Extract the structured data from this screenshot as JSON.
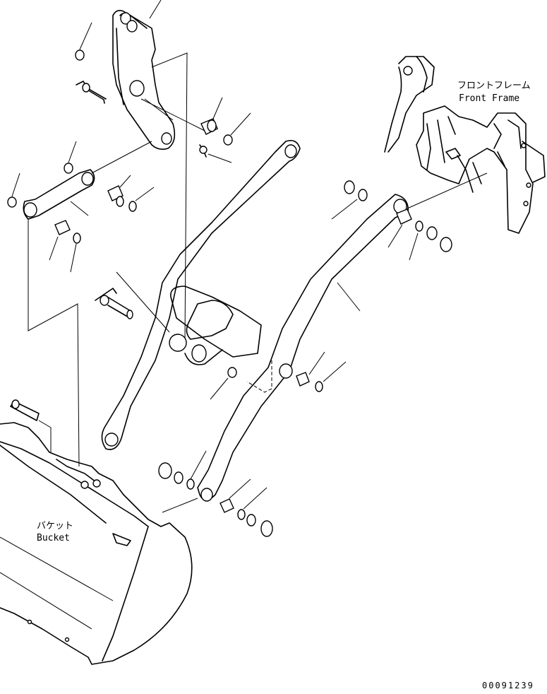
{
  "labels": {
    "front_frame_jp": "フロントフレーム",
    "front_frame_en": "Front Frame",
    "bucket_jp": "バケット",
    "bucket_en": "Bucket"
  },
  "figure_number": "00091239"
}
